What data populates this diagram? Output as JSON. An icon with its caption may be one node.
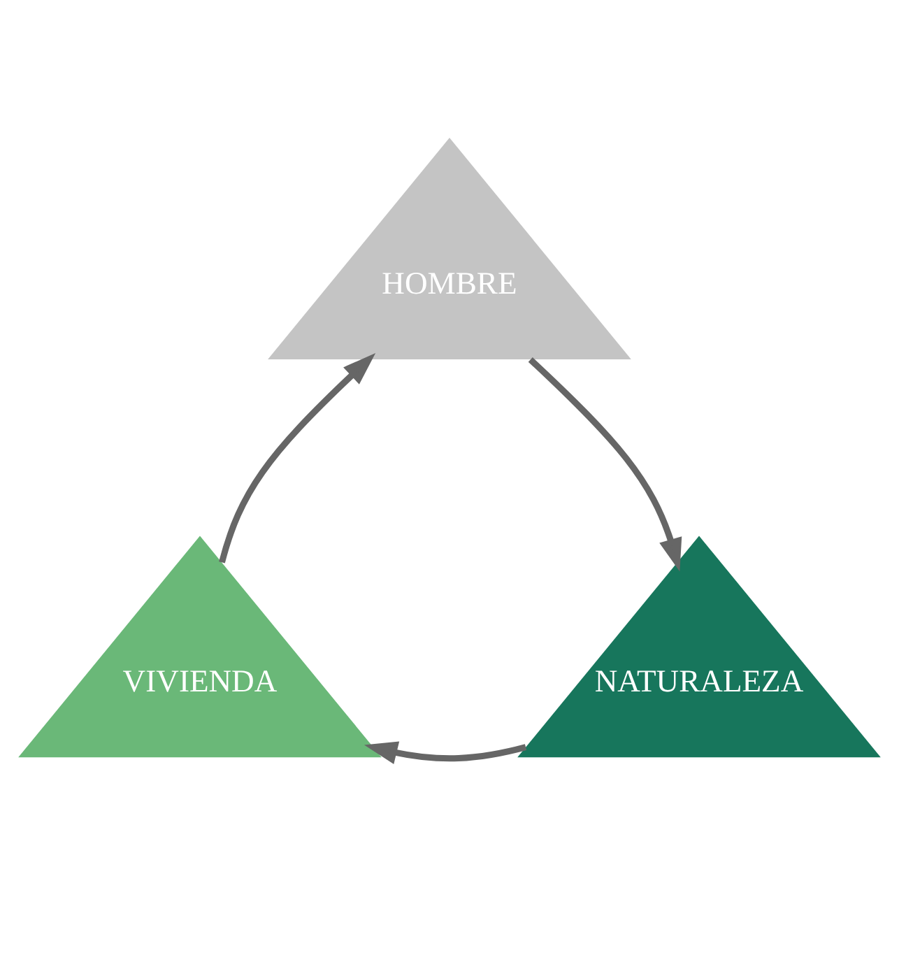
{
  "diagram": {
    "nodes": [
      {
        "text": [
          "HOMBRE"
        ]
      },
      {
        "text": [
          "VIVIENDA"
        ]
      },
      {
        "text": [
          "NATURALEZA"
        ]
      }
    ],
    "edges": [
      {
        "from": 1,
        "to": 0,
        "arrow": "to"
      },
      {
        "from": 0,
        "to": 2,
        "arrow": "to"
      },
      {
        "from": 2,
        "to": 1,
        "arrow": "to"
      }
    ]
  }
}
